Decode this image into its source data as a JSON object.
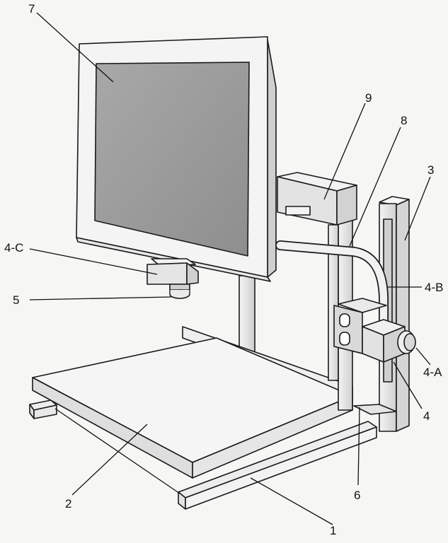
{
  "labels": {
    "l1": "1",
    "l2": "2",
    "l3": "3",
    "l4": "4",
    "l4a": "4-A",
    "l4b": "4-B",
    "l4c": "4-C",
    "l5": "5",
    "l6": "6",
    "l7": "7",
    "l8": "8",
    "l9": "9"
  },
  "colors": {
    "screen": "#9e9e9e",
    "bezel": "#f2f2f2",
    "metal": "#e6e6e6",
    "ink": "#1a1a1a"
  }
}
